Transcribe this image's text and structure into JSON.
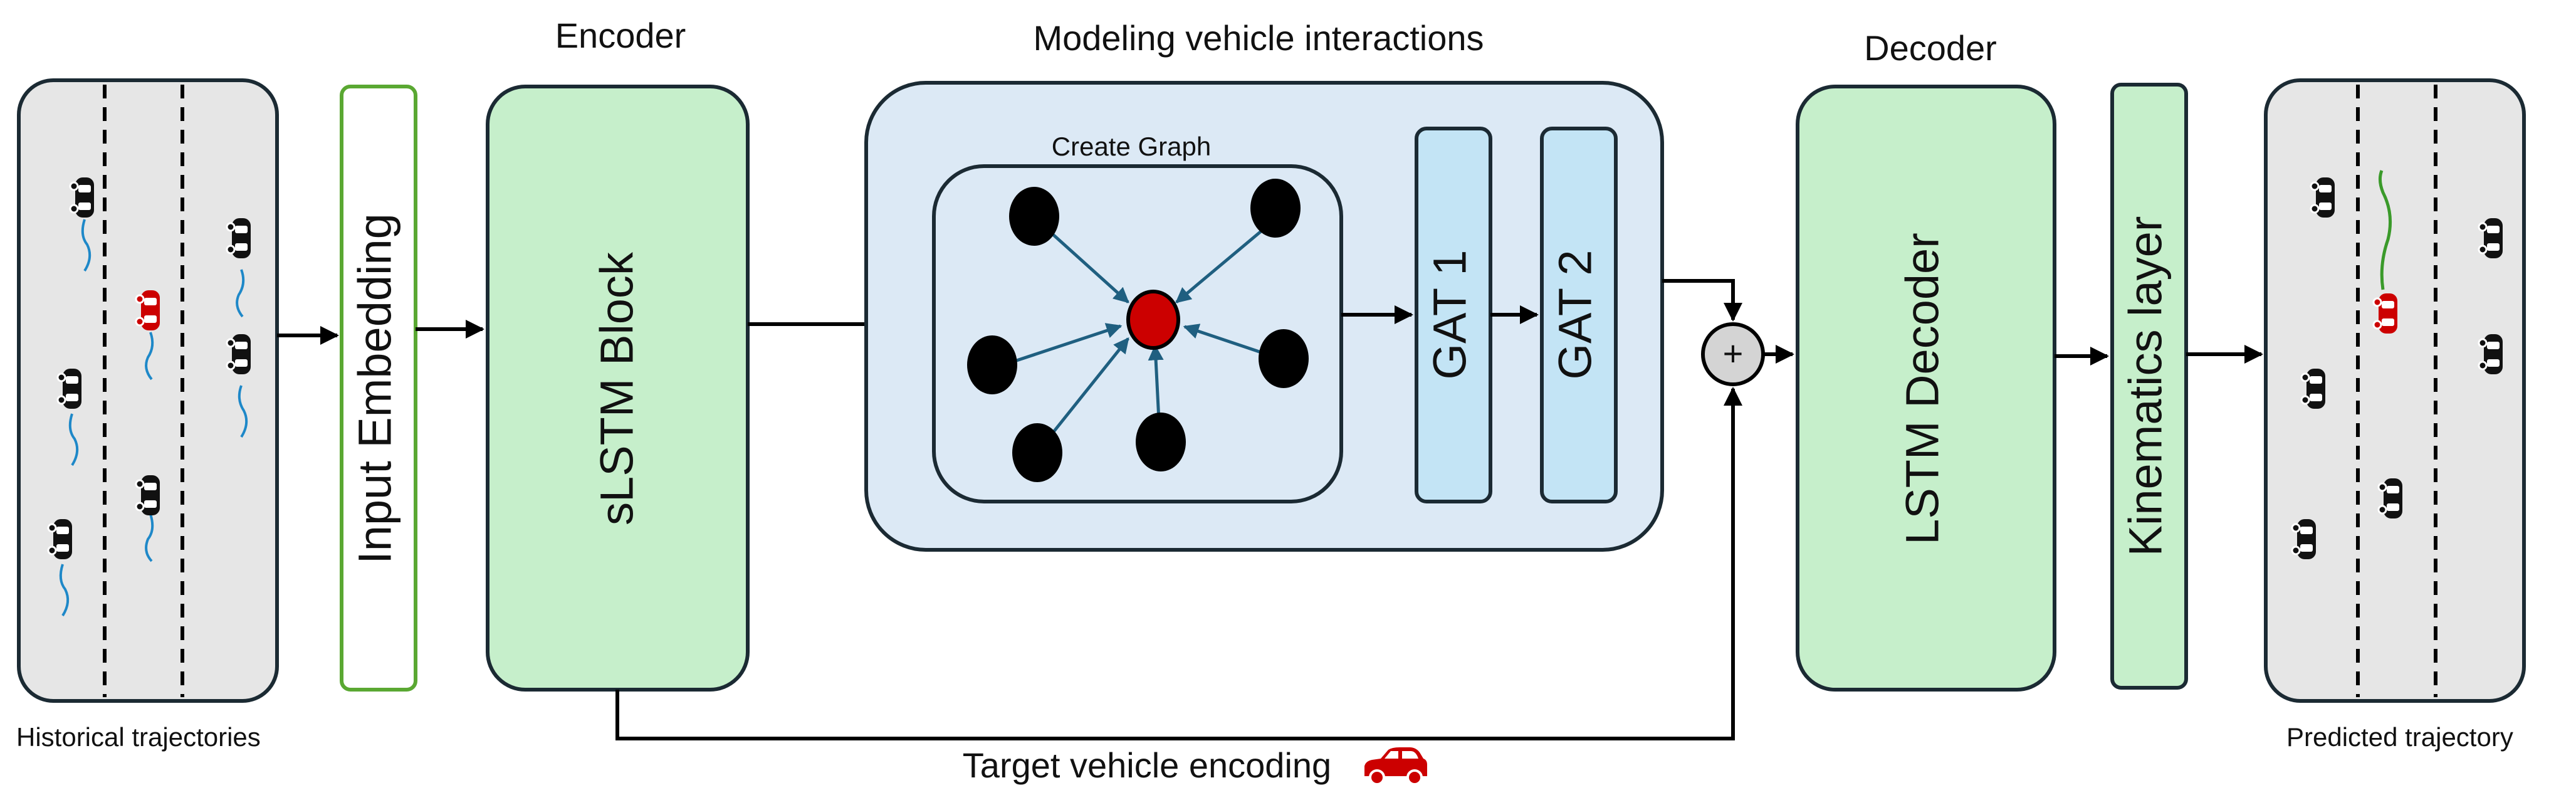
{
  "labels": {
    "encoder": "Encoder",
    "interactions": "Modeling vehicle interactions",
    "decoder": "Decoder",
    "create_graph": "Create Graph",
    "historical": "Historical trajectories",
    "predicted": "Predicted trajectory",
    "target_encoding": "Target vehicle encoding",
    "plus": "+"
  },
  "blocks": {
    "input_embedding": "Input Embedding",
    "slstm": "sLSTM Block",
    "gat1": "GAT 1",
    "gat2": "GAT 2",
    "lstm_decoder": "LSTM Decoder",
    "kinematics": "Kinematics layer"
  },
  "colors": {
    "block_green": "#c6efcb",
    "interaction_bg": "#dce9f5",
    "gat_blue": "#c3e4f5",
    "edge_blue": "#1f5f80",
    "target_red": "#cc0000",
    "road_gray": "#e6e6e6",
    "trajectory_blue": "#1e88c8",
    "prediction_green": "#3a9a2a",
    "embed_border": "#5aa832"
  }
}
